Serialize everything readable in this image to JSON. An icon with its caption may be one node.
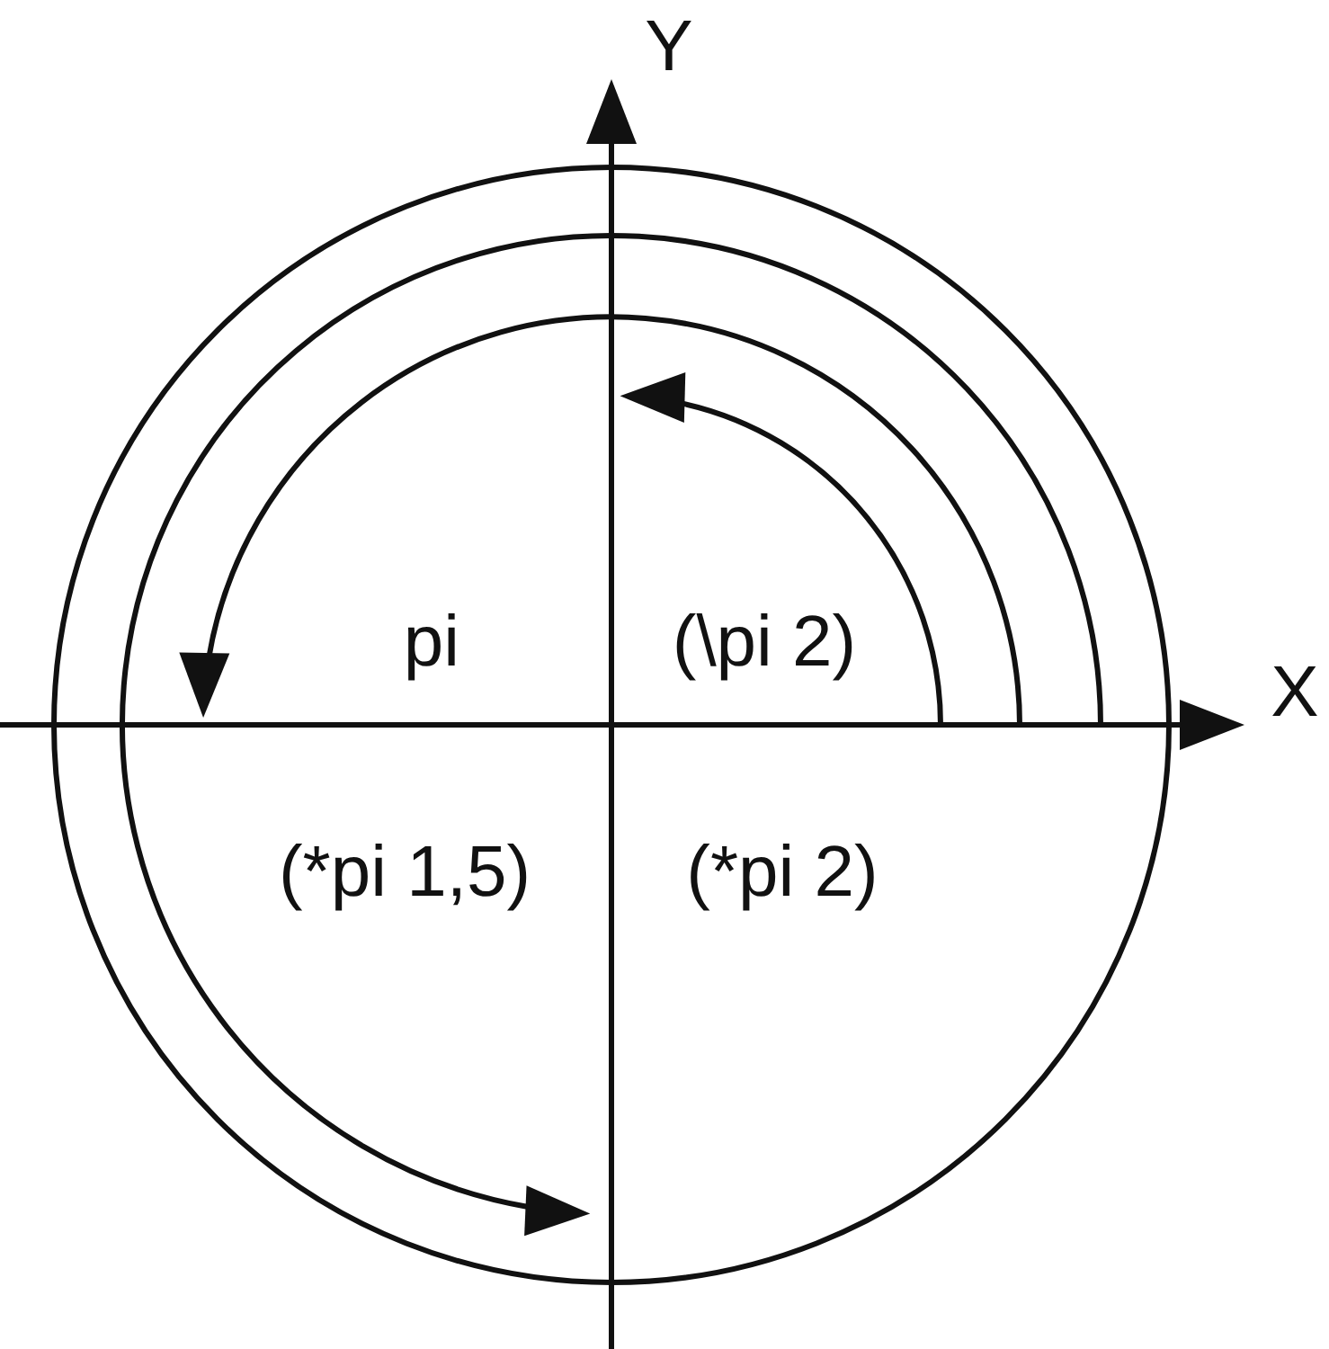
{
  "diagram": {
    "labels": [
      "Y",
      "pi",
      "(\\pi 2)",
      "X",
      "(*pi 1,5)",
      "(*pi 2)"
    ]
  }
}
